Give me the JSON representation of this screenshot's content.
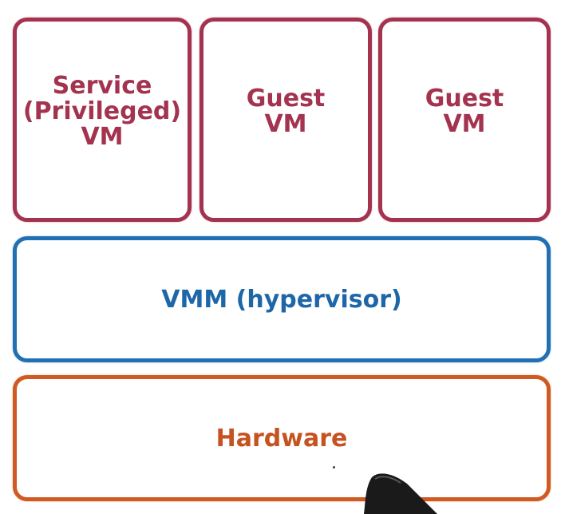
{
  "diagram": {
    "vms": [
      {
        "lines": [
          "Service",
          "(Privileged)",
          "VM"
        ]
      },
      {
        "lines": [
          "Guest",
          "VM"
        ]
      },
      {
        "lines": [
          "Guest",
          "VM"
        ]
      }
    ],
    "vmm": {
      "label": "VMM (hypervisor)"
    },
    "hardware": {
      "label": "Hardware"
    }
  },
  "colors": {
    "vm": "#a3334f",
    "vmm": "#2170b3",
    "hardware": "#cf5a22"
  },
  "icons": {
    "cursor": "pen-pointer-icon"
  }
}
